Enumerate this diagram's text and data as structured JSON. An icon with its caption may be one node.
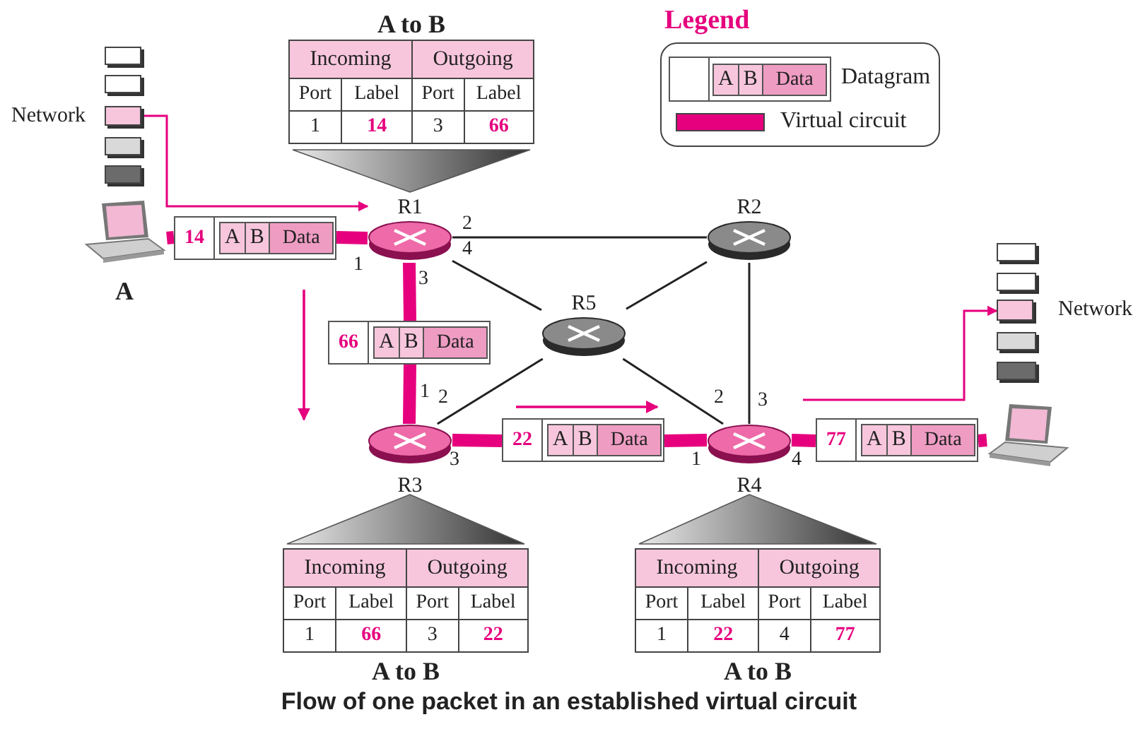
{
  "diagram": {
    "caption": "Flow of one packet in an established virtual circuit",
    "nodes": [
      {
        "text": [
          "A to B",
          "Incoming",
          "Outgoing",
          "Port",
          "Label",
          "Port",
          "Label",
          "1",
          "14",
          "3",
          "66"
        ]
      },
      {
        "text": [],
        "shape": "box"
      },
      {
        "text": [],
        "shape": "box"
      },
      {
        "text": [
          "Network"
        ]
      },
      {
        "text": [],
        "shape": "box"
      },
      {
        "text": [],
        "shape": "box"
      },
      {
        "text": [
          "A"
        ]
      },
      {
        "text": [
          "14",
          "A",
          "B",
          "Data"
        ]
      },
      {
        "text": [
          "R1"
        ]
      },
      {
        "text": [
          "R2"
        ]
      },
      {
        "text": [
          "R5"
        ]
      },
      {
        "text": [
          "66",
          "A",
          "B",
          "Data"
        ]
      },
      {
        "text": [],
        "shape": "box"
      },
      {
        "text": [],
        "shape": "box"
      },
      {
        "text": [
          "Network"
        ]
      },
      {
        "text": [],
        "shape": "box"
      },
      {
        "text": [],
        "shape": "box"
      },
      {
        "text": [
          "R3"
        ]
      },
      {
        "text": [
          "22",
          "A",
          "B",
          "Data"
        ]
      },
      {
        "text": [
          "R4"
        ]
      },
      {
        "text": [
          "77",
          "A",
          "B",
          "Data"
        ]
      },
      {
        "text": [],
        "shape": "picture"
      },
      {
        "text": [
          "Incoming",
          "Outgoing",
          "Port",
          "Label",
          "Port",
          "Label",
          "1",
          "66",
          "3",
          "22",
          "A to B"
        ]
      },
      {
        "text": [
          "Incoming",
          "Outgoing",
          "Port",
          "Label",
          "Port",
          "Label",
          "1",
          "22",
          "4",
          "77",
          "A to B"
        ]
      },
      {
        "text": [
          "A",
          "B",
          "Data"
        ]
      }
    ],
    "edges": [
      {
        "from": 0,
        "to": 8,
        "arrow": "to"
      },
      {
        "from": 3,
        "to": 8,
        "arrow": "to",
        "color": "#e6007e"
      },
      {
        "from": 6,
        "to": 7,
        "arrow": "none",
        "style": "thick",
        "color": "#e6007e"
      },
      {
        "from": 7,
        "to": 8,
        "arrow": "none",
        "style": "thick",
        "color": "#e6007e"
      },
      {
        "from": 8,
        "to": 9,
        "arrow": "none",
        "color": "#222222"
      },
      {
        "from": 8,
        "to": 10,
        "arrow": "none",
        "color": "#222222"
      },
      {
        "from": 9,
        "to": 10,
        "arrow": "none",
        "color": "#222222"
      },
      {
        "from": 8,
        "to": 11,
        "arrow": "none",
        "style": "thick",
        "color": "#e6007e"
      },
      {
        "from": 11,
        "to": 17,
        "arrow": "none",
        "style": "thick",
        "color": "#e6007e"
      },
      {
        "from": 9,
        "to": 19,
        "arrow": "none",
        "color": "#222222"
      },
      {
        "from": 10,
        "to": 17,
        "arrow": "none",
        "color": "#222222"
      },
      {
        "from": 10,
        "to": 19,
        "arrow": "none",
        "color": "#222222"
      },
      {
        "from": 17,
        "to": 18,
        "arrow": "none",
        "style": "thick",
        "color": "#e6007e"
      },
      {
        "from": 18,
        "to": 19,
        "arrow": "none",
        "style": "thick",
        "color": "#e6007e"
      },
      {
        "from": 19,
        "to": 20,
        "arrow": "none",
        "style": "thick",
        "color": "#e6007e"
      },
      {
        "from": 20,
        "to": 21,
        "arrow": "none",
        "style": "thick",
        "color": "#e6007e"
      },
      {
        "from": null,
        "to": 14,
        "arrow": "to",
        "color": "#e6007e"
      },
      {
        "from": 22,
        "to": 17,
        "arrow": "to"
      },
      {
        "from": 23,
        "to": 19,
        "arrow": "to"
      }
    ],
    "labels": [
      "Legend",
      "2",
      "4",
      "1",
      "3",
      "1",
      "2",
      "3",
      "2",
      "3",
      "1",
      "4"
    ],
    "legend": [
      {
        "text": "Datagram"
      },
      {
        "text": "Virtual circuit",
        "color": "#e6007e"
      }
    ]
  }
}
